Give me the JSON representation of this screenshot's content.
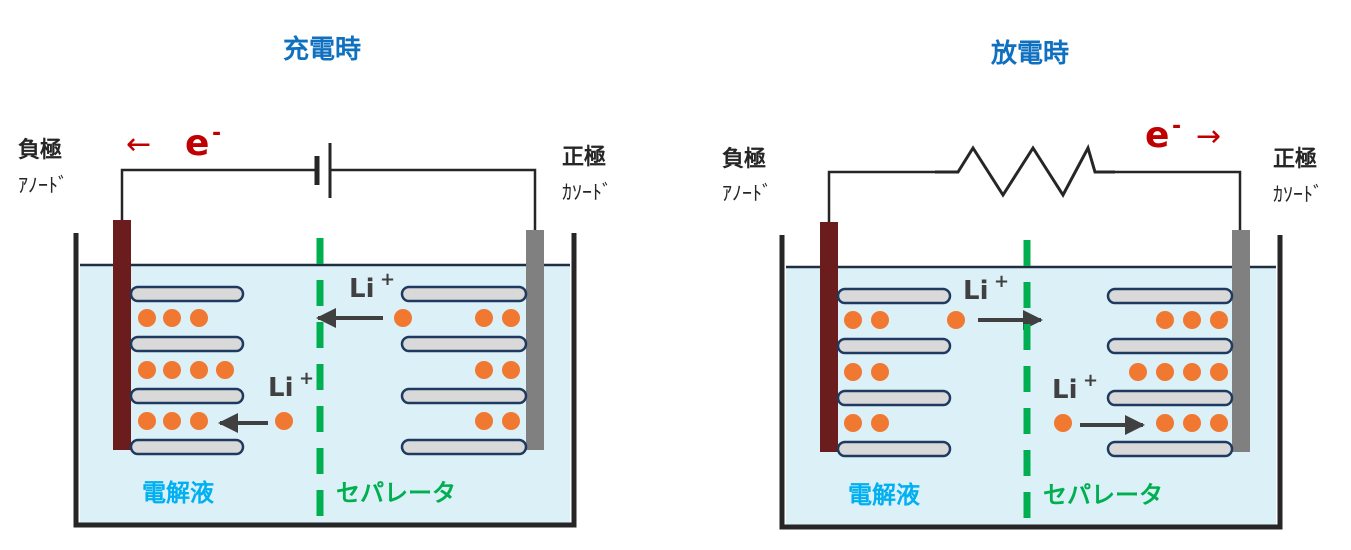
{
  "charge": {
    "title": "充電時",
    "negative": {
      "label": "負極",
      "sub": "ｱﾉｰﾄﾞ"
    },
    "positive": {
      "label": "正極",
      "sub": "ｶｿｰﾄﾞ"
    },
    "electron_arrow": "←",
    "electron": "e",
    "electron_sup": "-",
    "ion_label": "Li",
    "ion_sup": "+",
    "electrolyte_label": "電解液",
    "separator_label": "セパレータ"
  },
  "discharge": {
    "title": "放電時",
    "negative": {
      "label": "負極",
      "sub": "ｱﾉｰﾄﾞ"
    },
    "positive": {
      "label": "正極",
      "sub": "ｶｿｰﾄﾞ"
    },
    "electron_arrow": "→",
    "electron": "e",
    "electron_sup": "-",
    "ion_label": "Li",
    "ion_sup": "+",
    "electrolyte_label": "電解液",
    "separator_label": "セパレータ"
  },
  "colors": {
    "title": "#1070c0",
    "anode": "#6b1c1c",
    "cathode": "#808080",
    "electrolyte": "#dcf0f8",
    "separator": "#00b050",
    "ion": "#f07830",
    "electron": "#c00000",
    "electrolyte_text": "#00b0f0"
  }
}
